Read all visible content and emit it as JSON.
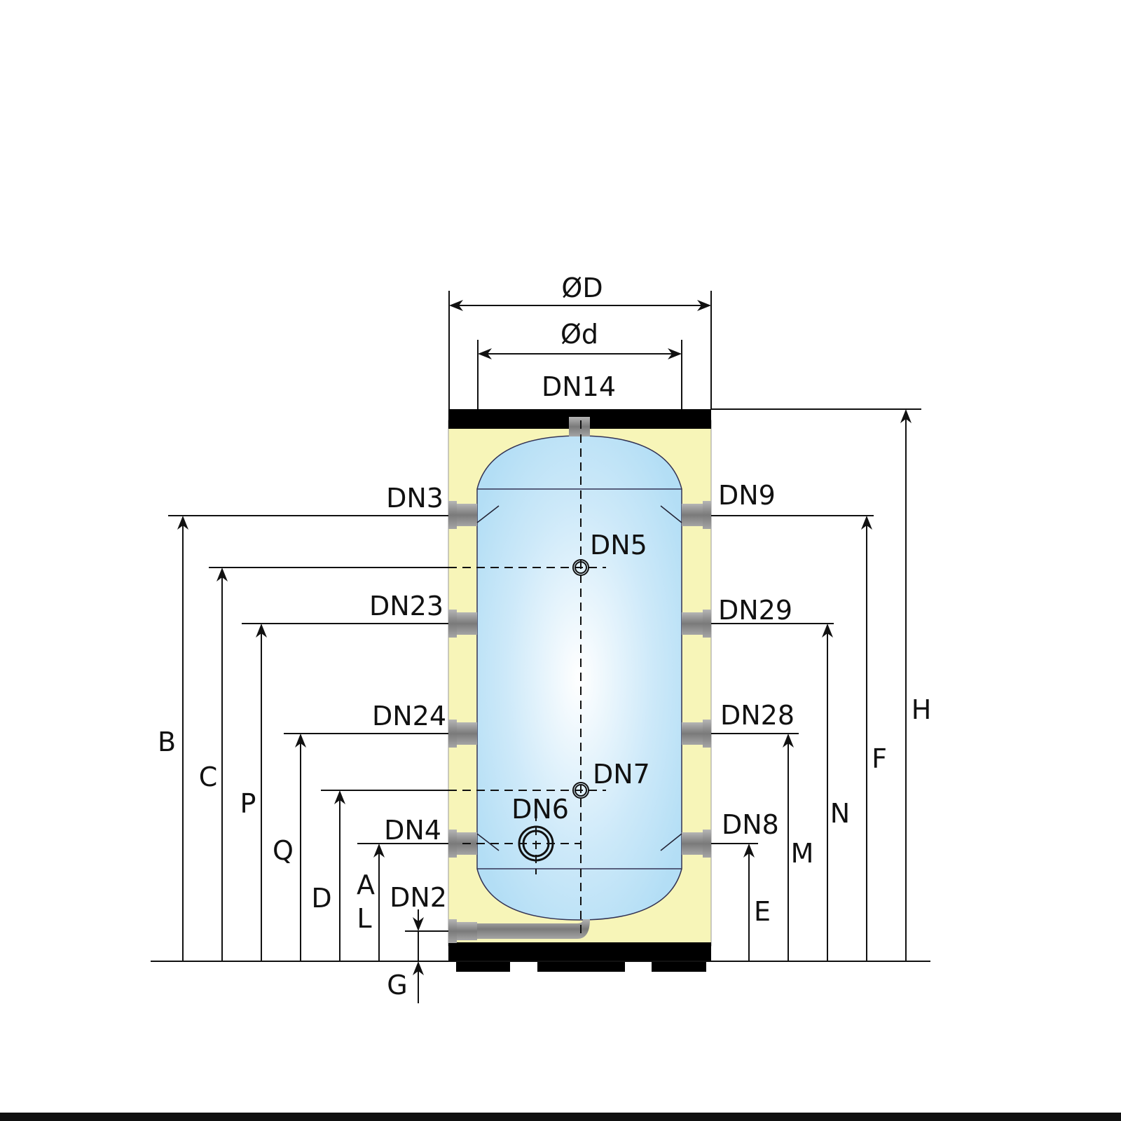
{
  "diagram": {
    "top_dims": {
      "outer_diameter": "ØD",
      "inner_diameter": "Ød"
    },
    "connections": {
      "top": "DN14",
      "left": [
        "DN3",
        "DN23",
        "DN24",
        "DN4",
        "DN2"
      ],
      "right": [
        "DN9",
        "DN29",
        "DN28",
        "DN8"
      ],
      "center": [
        "DN5",
        "DN7",
        "DN6"
      ]
    },
    "left_dims": [
      "B",
      "C",
      "P",
      "Q",
      "D",
      "A",
      "L",
      "G"
    ],
    "right_dims": [
      "E",
      "M",
      "N",
      "F",
      "H"
    ],
    "colors": {
      "insulation": "#f7f5b8",
      "tank": "#bfe3f7",
      "pipe": "#8a8a8a",
      "frame": "#000000"
    }
  }
}
